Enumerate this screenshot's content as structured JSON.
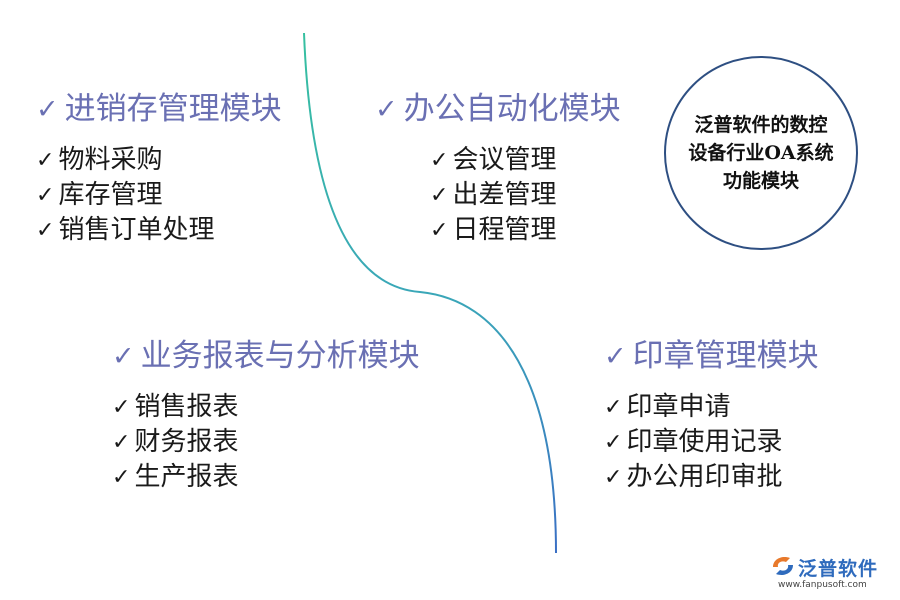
{
  "modules": {
    "inventory": {
      "title": "进销存管理模块",
      "items": [
        "物料采购",
        "库存管理",
        "销售订单处理"
      ]
    },
    "office": {
      "title": "办公自动化模块",
      "items": [
        "会议管理",
        "出差管理",
        "日程管理"
      ]
    },
    "reports": {
      "title": "业务报表与分析模块",
      "items": [
        "销售报表",
        "财务报表",
        "生产报表"
      ]
    },
    "seal": {
      "title": "印章管理模块",
      "items": [
        "印章申请",
        "印章使用记录",
        "办公用印审批"
      ]
    }
  },
  "circle": {
    "lines": [
      "泛普软件的数控",
      "设备行业OA系统",
      "功能模块"
    ]
  },
  "logo": {
    "name": "泛普软件",
    "url": "www.fanpusoft.com"
  },
  "check_glyph": "✓",
  "colors": {
    "title": "#6a70b3",
    "divider_top": "#3cc0a0",
    "divider_bottom": "#3a7fc6",
    "horizontal_line": "#4a7ec4",
    "circle_border": "#2e4f82",
    "logo": "#2f6bbd"
  }
}
